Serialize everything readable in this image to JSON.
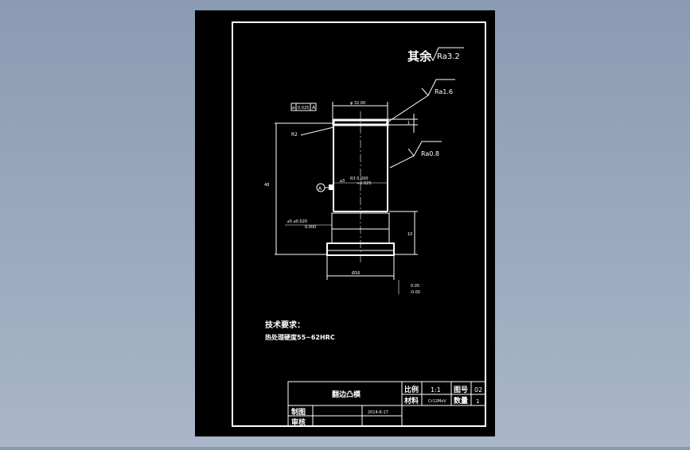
{
  "colors": {
    "background": "#98a8bf",
    "sheet": "#000000",
    "line": "#ffffff"
  },
  "drawing": {
    "roughness_note": {
      "prefix": "其余",
      "value": "Ra3.2"
    },
    "roughness_top": "Ra1.6",
    "roughness_side": "Ra0.8",
    "tolerance_frame": {
      "symbol": "⌀",
      "value": "0.025",
      "datum": "A"
    },
    "dim_top_diameter": "φ 32.00",
    "dim_small_right": "1",
    "dim_radius": "R2",
    "dim_left_height": "48",
    "datum_label": "A",
    "dim_inner": {
      "prefix": "⌀3",
      "main": "R3 0.000",
      "tol": "+0.025"
    },
    "dim_lower": {
      "main": "⌀5 ⌀0.020",
      "tol": "0.000"
    },
    "dim_right_height": "10",
    "dim_base_width": "Ø16",
    "dim_bottom_tol": {
      "upper": "0.05",
      "lower": "-0.00"
    }
  },
  "notes": {
    "title": "技术要求：",
    "line1": "热处理硬度55~62HRC"
  },
  "title_block": {
    "part_name": "翻边凸模",
    "scale_label": "比例",
    "scale_value": "1:1",
    "drawing_no_label": "图号",
    "drawing_no_value": "02",
    "material_label": "材料",
    "material_value": "Cr12MoV",
    "quantity_label": "数量",
    "quantity_value": "1",
    "drawn_label": "制图",
    "date": "2014-6-17",
    "checked_label": "审核"
  }
}
